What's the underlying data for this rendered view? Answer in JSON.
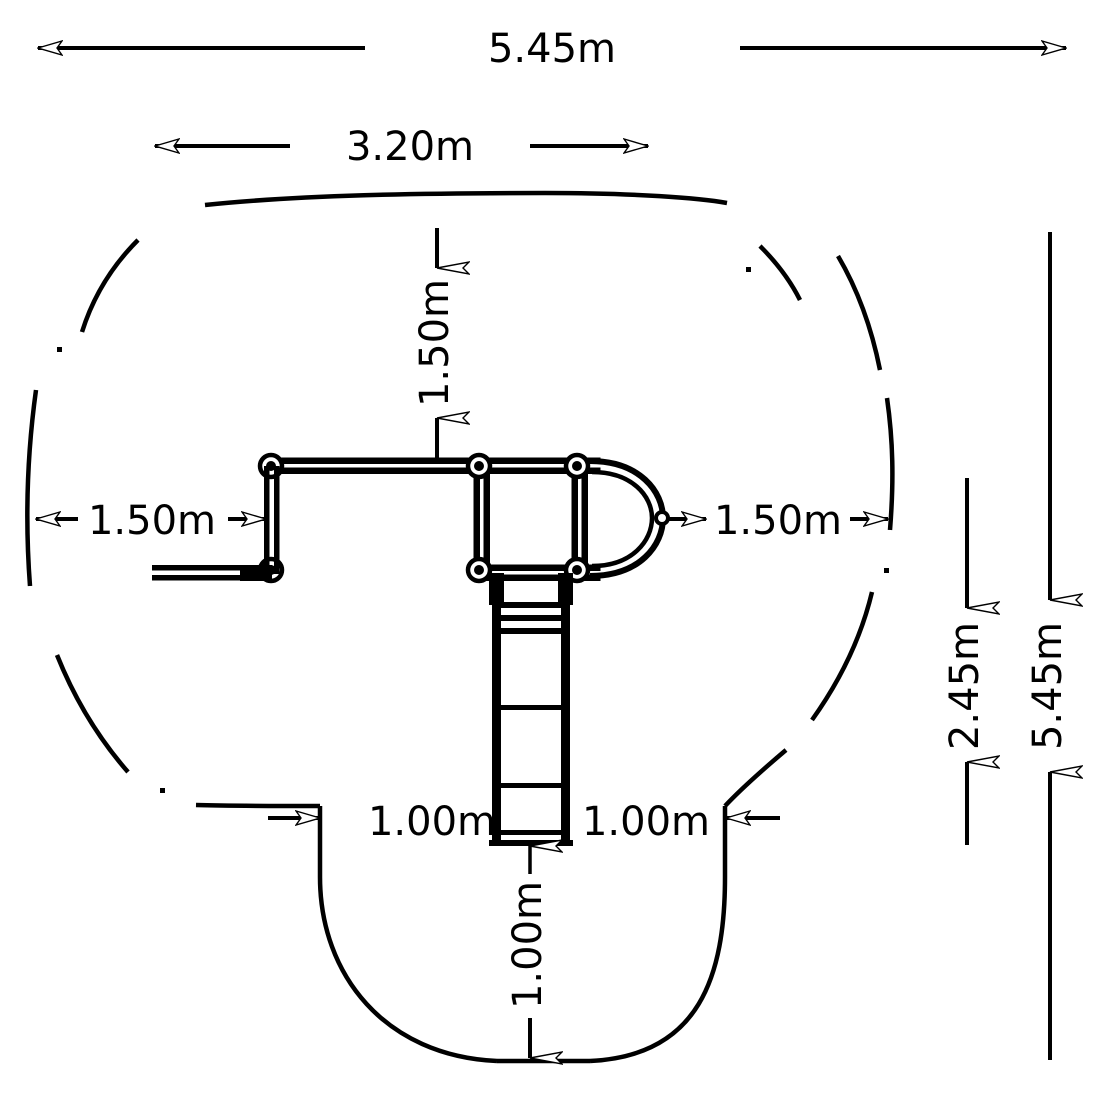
{
  "drawing": {
    "kind": "playground-equipment-plan-view",
    "title": "",
    "background_color": "#ffffff",
    "line_color": "#000000",
    "units": "m"
  },
  "dimensions": {
    "overall_width": {
      "label": "5.45m",
      "orientation": "horizontal",
      "position": "top",
      "arrow_style": "outward-open"
    },
    "equipment_width": {
      "label": "3.20m",
      "orientation": "horizontal",
      "position": "top-inner",
      "arrow_style": "outward-open"
    },
    "clearance_top": {
      "label": "1.50m",
      "orientation": "vertical",
      "position": "top-center",
      "arrow_style": "outward-open"
    },
    "clearance_left": {
      "label": "1.50m",
      "orientation": "horizontal",
      "position": "left-middle",
      "arrow_style": "outward-open"
    },
    "clearance_right": {
      "label": "1.50m",
      "orientation": "horizontal",
      "position": "right-middle",
      "arrow_style": "outward-open"
    },
    "clearance_slide_left": {
      "label": "1.00m",
      "orientation": "horizontal",
      "position": "bottom-left-of-slide",
      "arrow_style": "outward-open"
    },
    "clearance_slide_right": {
      "label": "1.00m",
      "orientation": "horizontal",
      "position": "bottom-right-of-slide",
      "arrow_style": "outward-open"
    },
    "clearance_slide_end": {
      "label": "1.00m",
      "orientation": "vertical",
      "position": "bottom-center",
      "arrow_style": "outward-open"
    },
    "overall_depth_inner": {
      "label": "2.45m",
      "orientation": "vertical",
      "position": "right-inner",
      "arrow_style": "outward-open"
    },
    "overall_depth": {
      "label": "5.45m",
      "orientation": "vertical",
      "position": "right-outer",
      "arrow_style": "outward-open"
    }
  },
  "elements": {
    "safety_zone": "safety-zone-outline",
    "platform": "elevated-platform-deck",
    "arched_end": "arched-hood-end",
    "slide": "slide-chute",
    "handrail": "L-shaped-handrail",
    "step": "entry-step",
    "posts": "corner-posts"
  }
}
